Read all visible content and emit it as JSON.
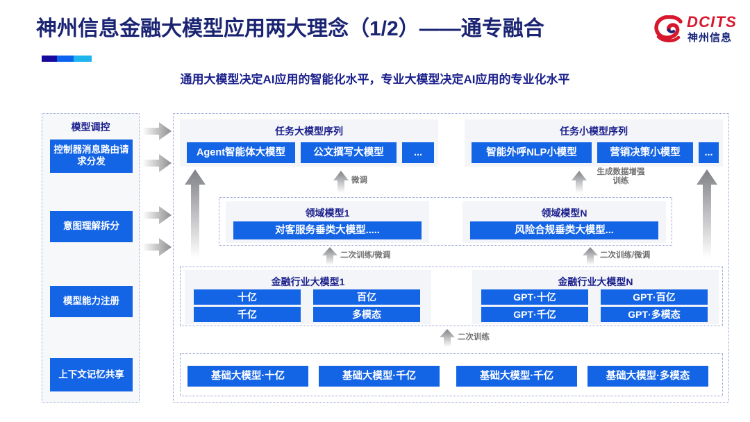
{
  "header": {
    "title": "神州信息金融大模型应用两大理念（1/2）——通专融合",
    "subtitle": "通用大模型决定AI应用的智能化水平，专业大模型决定AI应用的专业化水平",
    "logo_text": "DCITS",
    "logo_cn": "神州信息",
    "accent_colors": [
      "#170a9c",
      "#0b63ef",
      "#1fb4ee"
    ],
    "title_color": "#1a2472",
    "subtitle_color": "#1a1f8c"
  },
  "sidebar": {
    "title": "模型调控",
    "items": [
      {
        "label": "控制器消息路由请求分发"
      },
      {
        "label": "意图理解拆分"
      },
      {
        "label": "模型能力注册"
      },
      {
        "label": "上下文记忆共享"
      }
    ]
  },
  "layers": {
    "task_large": {
      "title": "任务大模型序列",
      "boxes": [
        "Agent智能体大模型",
        "公文撰写大模型",
        "..."
      ]
    },
    "task_small": {
      "title": "任务小模型序列",
      "boxes": [
        "智能外呼NLP小模型",
        "营销决策小模型",
        "..."
      ]
    },
    "domain_left": {
      "title": "领域模型1",
      "boxes": [
        "对客服务垂类大模型....."
      ]
    },
    "domain_right": {
      "title": "领域模型N",
      "boxes": [
        "风险合规垂类大模型..."
      ]
    },
    "industry_left": {
      "title": "金融行业大模型1",
      "boxes": [
        "十亿",
        "百亿",
        "千亿",
        "多模态"
      ]
    },
    "industry_right": {
      "title": "金融行业大模型N",
      "boxes": [
        "GPT·十亿",
        "GPT·百亿",
        "GPT·千亿",
        "GPT·多模态"
      ]
    },
    "foundation": {
      "boxes": [
        "基础大模型·十亿",
        "基础大模型·千亿",
        "基础大模型·千亿",
        "基础大模型·多模态"
      ]
    }
  },
  "arrow_labels": {
    "fine_tune": "微调",
    "gen_data_aug": "生成数据增强\n训练",
    "gen_data_aug_l1": "生成数据增强",
    "gen_data_aug_l2": "训练",
    "second_train_tune_left": "二次训练/微调",
    "second_train_tune_right": "二次训练/微调",
    "second_train": "二次训练"
  },
  "colors": {
    "box_blue": "#1464e6",
    "panel_grey": "#f4f5f8",
    "dotted_border": "#8f9bd2",
    "arrow_grey": "#9e9e9e"
  }
}
